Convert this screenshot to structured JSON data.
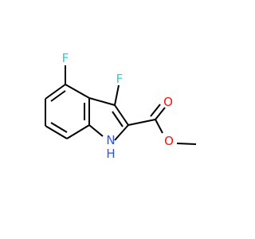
{
  "colors": {
    "bond": "#000000",
    "fluorine": "#33cccc",
    "oxygen": "#ff0d0d",
    "nitrogen": "#3050f8"
  },
  "atoms": {
    "f4": {
      "label": "F",
      "color": "#33cccc"
    },
    "f3": {
      "label": "F",
      "color": "#33cccc"
    },
    "o_carbonyl": {
      "label": "O",
      "color": "#ff0d0d"
    },
    "o_ester": {
      "label": "O",
      "color": "#ff0d0d"
    },
    "n1": {
      "label": "N",
      "color": "#3050f8"
    },
    "h1": {
      "label": "H",
      "color": "#3050f8"
    }
  }
}
